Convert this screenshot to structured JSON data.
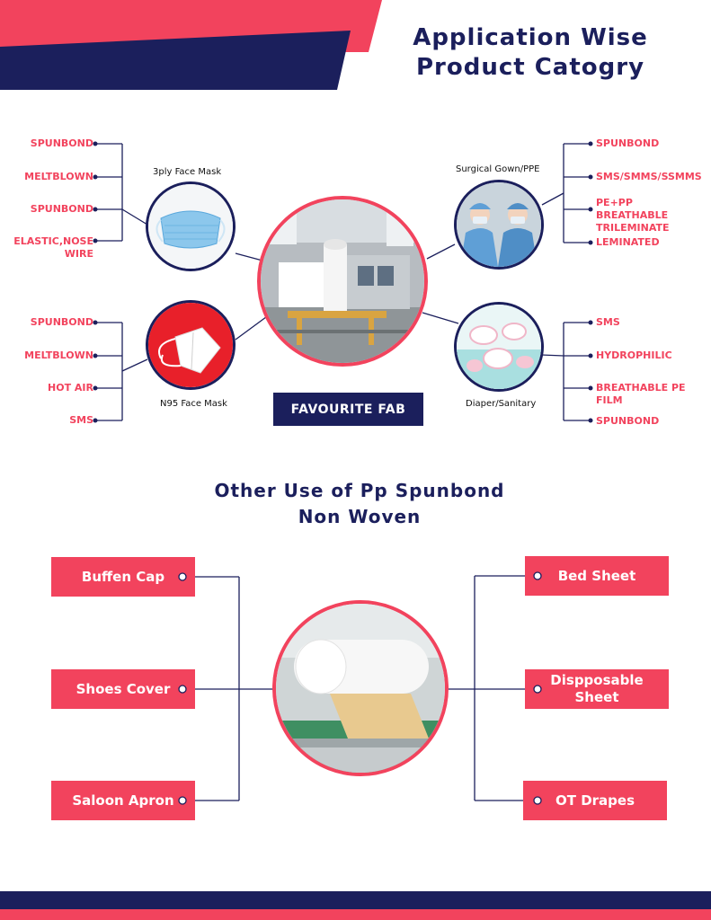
{
  "header": {
    "title_line1": "Application Wise",
    "title_line2": "Product Catogry"
  },
  "colors": {
    "navy": "#1b1f5c",
    "accent": "#f2435d"
  },
  "products": {
    "face_mask": {
      "caption": "3ply Face Mask",
      "materials": [
        "SPUNBOND",
        "MELTBLOWN",
        "SPUNBOND",
        "ELASTIC,NOSE WIRE"
      ]
    },
    "n95": {
      "caption": "N95 Face Mask",
      "materials": [
        "SPUNBOND",
        "MELTBLOWN",
        "HOT AIR",
        "SMS"
      ]
    },
    "gown": {
      "caption": "Surgical Gown/PPE",
      "materials": [
        "SPUNBOND",
        "SMS/SMMS/SSMMS",
        "PE+PP BREATHABLE TRILEMINATE",
        "LEMINATED"
      ]
    },
    "diaper": {
      "caption": "Diaper/Sanitary",
      "materials": [
        "SMS",
        "HYDROPHILIC",
        "BREATHABLE PE FILM",
        "SPUNBOND"
      ]
    }
  },
  "center_button": "FAVOURITE FAB",
  "other_uses": {
    "title_line1": "Other Use of Pp Spunbond",
    "title_line2": "Non Woven",
    "left": [
      "Buffen Cap",
      "Shoes Cover",
      "Saloon Apron"
    ],
    "right": [
      "Bed Sheet",
      "Dispposable Sheet",
      "OT Drapes"
    ]
  }
}
